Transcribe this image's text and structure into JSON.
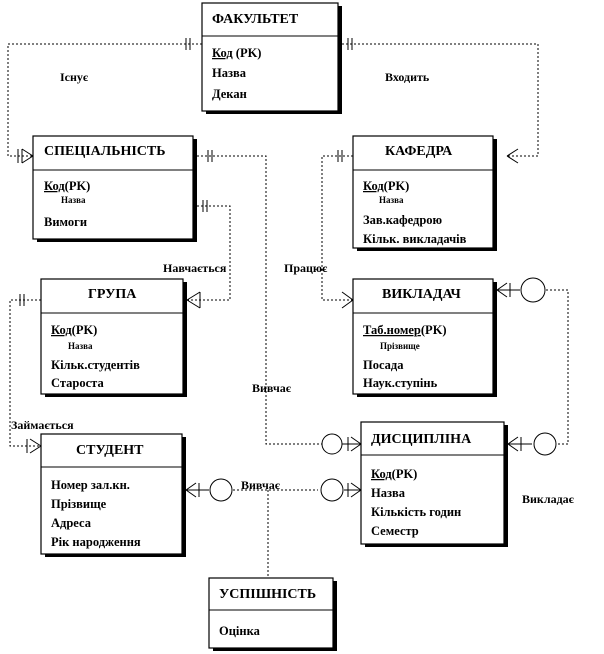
{
  "entities": {
    "faculty": {
      "title": "ФАКУЛЬТЕТ",
      "attrs": [
        {
          "text": "Код",
          "suffix": " (PK)",
          "key": true
        },
        {
          "text": "Назва"
        },
        {
          "text": "Декан"
        }
      ]
    },
    "specialty": {
      "title": "СПЕЦІАЛЬНІСТЬ",
      "attrs": [
        {
          "text": "Код",
          "suffix": "(PK)",
          "key": true
        },
        {
          "text": "Назва",
          "small": true
        },
        {
          "text": "Вимоги"
        }
      ]
    },
    "department": {
      "title": "КАФЕДРА",
      "attrs": [
        {
          "text": "Код",
          "suffix": "(PK)",
          "key": true
        },
        {
          "text": "Назва",
          "small": true
        },
        {
          "text": "Зав.кафедрою"
        },
        {
          "text": "Кільк. викладачів"
        }
      ]
    },
    "group": {
      "title": "ГРУПА",
      "attrs": [
        {
          "text": "Код",
          "suffix": "(PK)",
          "key": true
        },
        {
          "text": "Назва",
          "small": true
        },
        {
          "text": "Кільк.студентів"
        },
        {
          "text": "Староста"
        }
      ]
    },
    "teacher": {
      "title": "ВИКЛАДАЧ",
      "attrs": [
        {
          "text": "Таб.номер",
          "suffix": "(PK)",
          "key": true
        },
        {
          "text": "Прізвище",
          "small": true
        },
        {
          "text": "Посада"
        },
        {
          "text": "Наук.ступінь"
        }
      ]
    },
    "discipline": {
      "title": "ДИСЦИПЛІНА",
      "attrs": [
        {
          "text": "Код",
          "suffix": "(PK)",
          "key": true
        },
        {
          "text": "Назва"
        },
        {
          "text": "Кількість годин"
        },
        {
          "text": "Семестр"
        }
      ]
    },
    "student": {
      "title": "СТУДЕНТ",
      "attrs": [
        {
          "text": "Номер зал.кн."
        },
        {
          "text": "Прізвище"
        },
        {
          "text": "Адреса"
        },
        {
          "text": "Рік народження"
        }
      ]
    },
    "grades": {
      "title": "УСПІШНІСТЬ",
      "attrs": [
        {
          "text": "Оцінка"
        }
      ]
    }
  },
  "relationships": {
    "exists": "Існує",
    "includes": "Входить",
    "studies_in": "Навчається",
    "works": "Працює",
    "engaged": "Займається",
    "learns": "Вивчає",
    "studied_by": "Вивчає",
    "teaches": "Викладає"
  }
}
